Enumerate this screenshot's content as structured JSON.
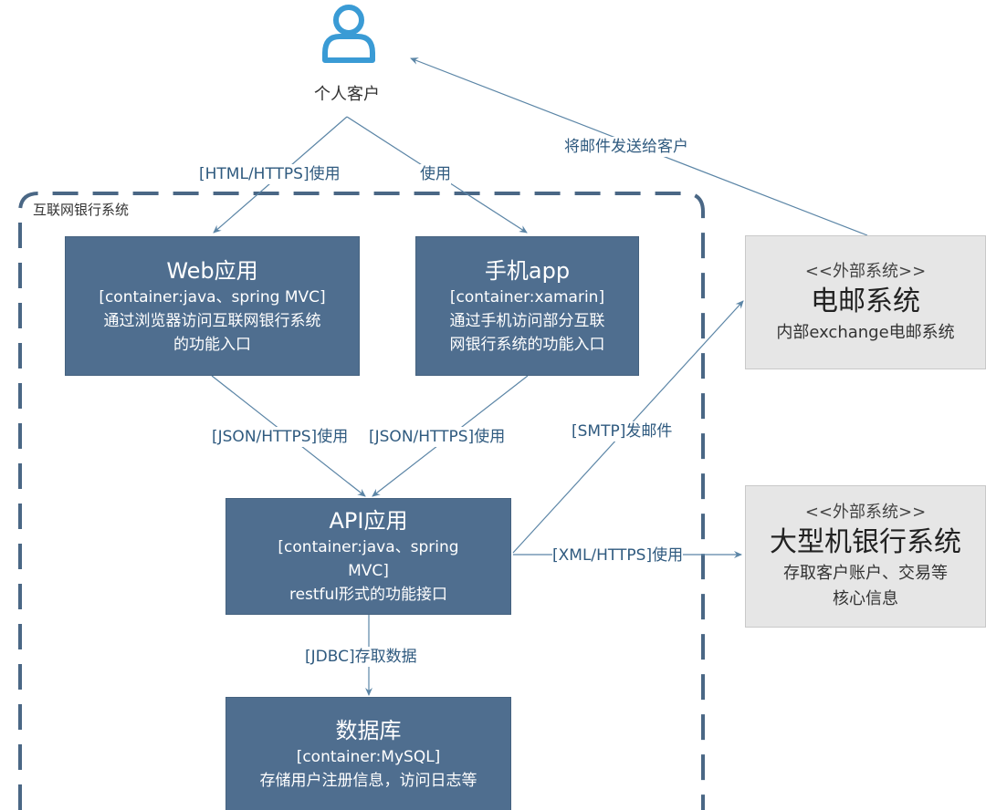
{
  "person": {
    "label": "个人客户",
    "icon": "person-icon"
  },
  "boundary": {
    "label": "互联网银行系统"
  },
  "containers": {
    "web": {
      "title": "Web应用",
      "lines": [
        "[container:java、spring MVC]",
        "通过浏览器访问互联网银行系统",
        "的功能入口"
      ]
    },
    "mobile": {
      "title": "手机app",
      "lines": [
        "[container:xamarin]",
        "通过手机访问部分互联",
        "网银行系统的功能入口"
      ]
    },
    "api": {
      "title": "API应用",
      "lines": [
        "[container:java、spring",
        "MVC]",
        "restful形式的功能接口"
      ]
    },
    "db": {
      "title": "数据库",
      "lines": [
        "[container:MySQL]",
        "存储用户注册信息，访问日志等"
      ]
    }
  },
  "external": {
    "email": {
      "stereotype": "<<外部系统>>",
      "title": "电邮系统",
      "lines": [
        "内部exchange电邮系统"
      ]
    },
    "mainframe": {
      "stereotype": "<<外部系统>>",
      "title": "大型机银行系统",
      "lines": [
        "存取客户账户、交易等",
        "核心信息"
      ]
    }
  },
  "relations": {
    "person_web": "[HTML/HTTPS]使用",
    "person_mobile": "使用",
    "web_api": "[JSON/HTTPS]使用",
    "mobile_api": "[JSON/HTTPS]使用",
    "email_person": "将邮件发送给客户",
    "api_email": "[SMTP]发邮件",
    "api_mainframe": "[XML/HTTPS]使用",
    "api_db": "[JDBC]存取数据"
  },
  "colors": {
    "container_fill": "#4f6e8f",
    "external_fill": "#e6e6e6",
    "line": "#5b85a6",
    "boundary": "#4a6785",
    "person_icon": "#3a9bd5"
  }
}
